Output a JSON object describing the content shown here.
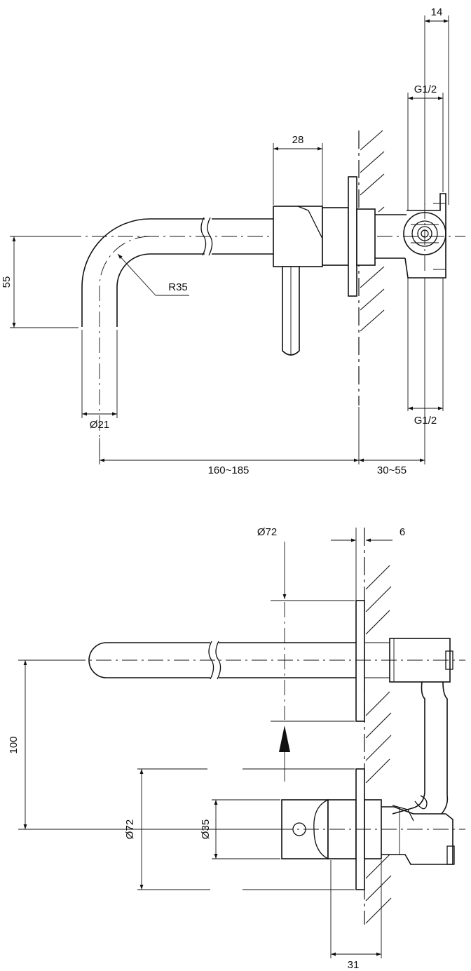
{
  "top_view": {
    "dims": {
      "offset_14": "14",
      "thread_top": "G1/2",
      "handle_width": "28",
      "height_55": "55",
      "radius": "R35",
      "diameter_spout": "Ø21",
      "thread_bottom": "G1/2",
      "spout_length": "160~185",
      "wall_depth": "30~55"
    }
  },
  "bottom_view": {
    "dims": {
      "plate_dia": "Ø72",
      "plate_thickness": "6",
      "center_distance": "100",
      "plate_dia_lower": "Ø72",
      "handle_dia": "Ø35",
      "depth_31": "31"
    }
  }
}
